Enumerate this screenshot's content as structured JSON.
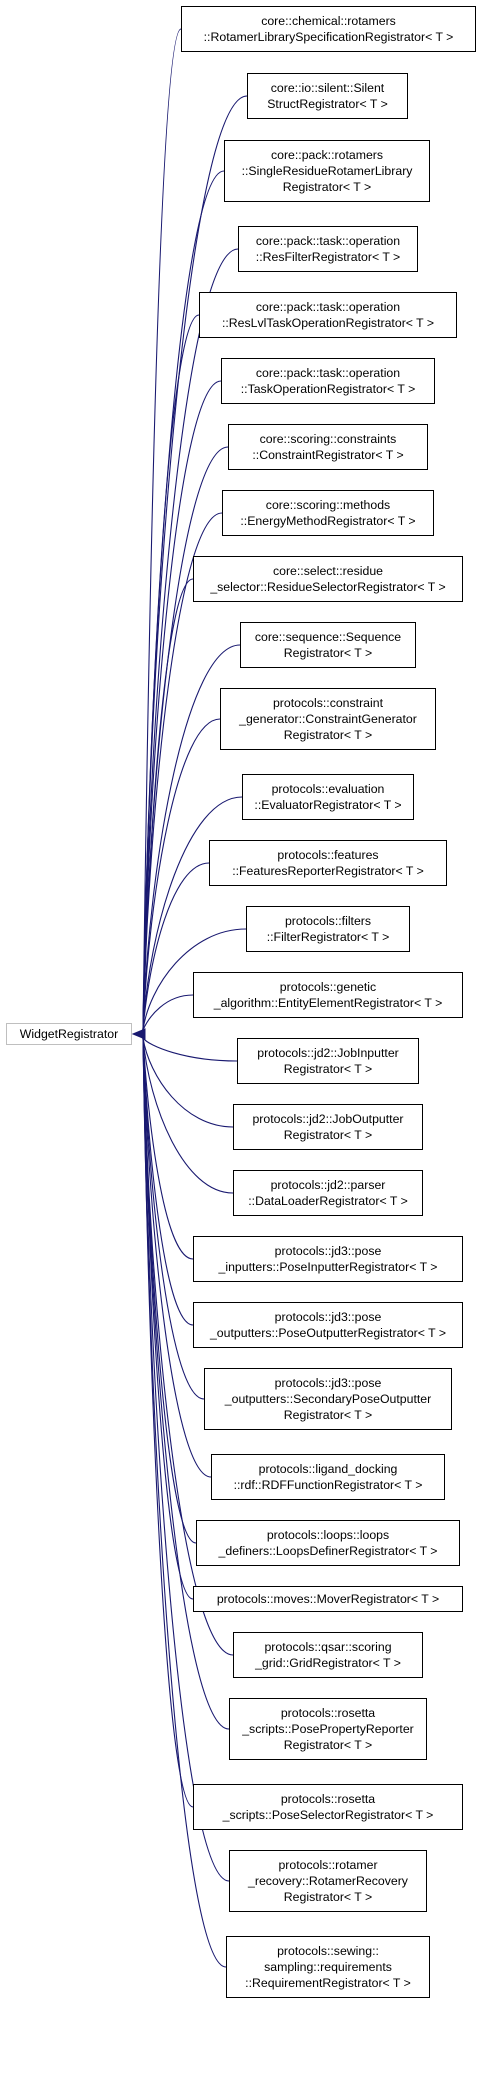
{
  "base": {
    "label": "WidgetRegistrator"
  },
  "derived": [
    {
      "lines": [
        "core::chemical::rotamers",
        "::RotamerLibrarySpecificationRegistrator< T >"
      ]
    },
    {
      "lines": [
        "core::io::silent::Silent",
        "StructRegistrator< T >"
      ]
    },
    {
      "lines": [
        "core::pack::rotamers",
        "::SingleResidueRotamerLibrary",
        "Registrator< T >"
      ]
    },
    {
      "lines": [
        "core::pack::task::operation",
        "::ResFilterRegistrator< T >"
      ]
    },
    {
      "lines": [
        "core::pack::task::operation",
        "::ResLvlTaskOperationRegistrator< T >"
      ]
    },
    {
      "lines": [
        "core::pack::task::operation",
        "::TaskOperationRegistrator< T >"
      ]
    },
    {
      "lines": [
        "core::scoring::constraints",
        "::ConstraintRegistrator< T >"
      ]
    },
    {
      "lines": [
        "core::scoring::methods",
        "::EnergyMethodRegistrator< T >"
      ]
    },
    {
      "lines": [
        "core::select::residue",
        "_selector::ResidueSelectorRegistrator< T >"
      ]
    },
    {
      "lines": [
        "core::sequence::Sequence",
        "Registrator< T >"
      ]
    },
    {
      "lines": [
        "protocols::constraint",
        "_generator::ConstraintGenerator",
        "Registrator< T >"
      ]
    },
    {
      "lines": [
        "protocols::evaluation",
        "::EvaluatorRegistrator< T >"
      ]
    },
    {
      "lines": [
        "protocols::features",
        "::FeaturesReporterRegistrator< T >"
      ]
    },
    {
      "lines": [
        "protocols::filters",
        "::FilterRegistrator< T >"
      ]
    },
    {
      "lines": [
        "protocols::genetic",
        "_algorithm::EntityElementRegistrator< T >"
      ]
    },
    {
      "lines": [
        "protocols::jd2::JobInputter",
        "Registrator< T >"
      ]
    },
    {
      "lines": [
        "protocols::jd2::JobOutputter",
        "Registrator< T >"
      ]
    },
    {
      "lines": [
        "protocols::jd2::parser",
        "::DataLoaderRegistrator< T >"
      ]
    },
    {
      "lines": [
        "protocols::jd3::pose",
        "_inputters::PoseInputterRegistrator< T >"
      ]
    },
    {
      "lines": [
        "protocols::jd3::pose",
        "_outputters::PoseOutputterRegistrator< T >"
      ]
    },
    {
      "lines": [
        "protocols::jd3::pose",
        "_outputters::SecondaryPoseOutputter",
        "Registrator< T >"
      ]
    },
    {
      "lines": [
        "protocols::ligand_docking",
        "::rdf::RDFFunctionRegistrator< T >"
      ]
    },
    {
      "lines": [
        "protocols::loops::loops",
        "_definers::LoopsDefinerRegistrator< T >"
      ]
    },
    {
      "lines": [
        "protocols::moves::MoverRegistrator< T >"
      ]
    },
    {
      "lines": [
        "protocols::qsar::scoring",
        "_grid::GridRegistrator< T >"
      ]
    },
    {
      "lines": [
        "protocols::rosetta",
        "_scripts::PosePropertyReporter",
        "Registrator< T >"
      ]
    },
    {
      "lines": [
        "protocols::rosetta",
        "_scripts::PoseSelectorRegistrator< T >"
      ]
    },
    {
      "lines": [
        "protocols::rotamer",
        "_recovery::RotamerRecovery",
        "Registrator< T >"
      ]
    },
    {
      "lines": [
        "protocols::sewing::",
        "sampling::requirements",
        "::RequirementRegistrator< T >"
      ]
    }
  ]
}
